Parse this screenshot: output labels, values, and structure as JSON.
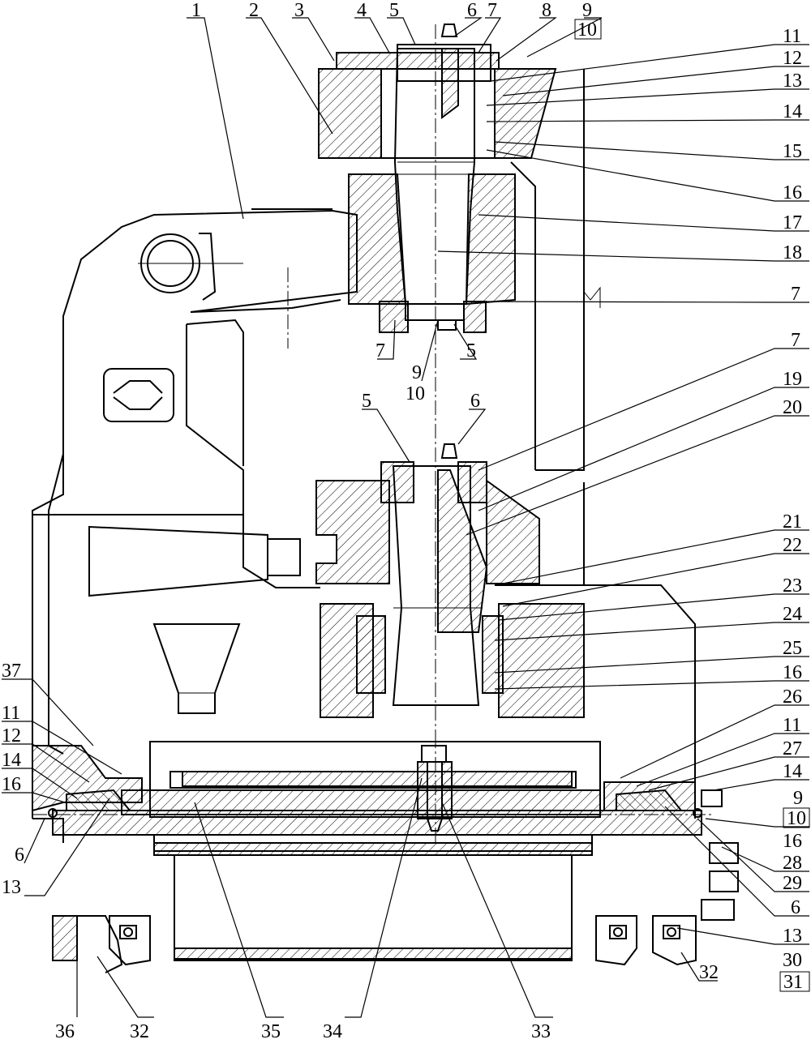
{
  "callouts": [
    {
      "id": "c1",
      "text": "1"
    },
    {
      "id": "c2",
      "text": "2"
    },
    {
      "id": "c3",
      "text": "3"
    },
    {
      "id": "c4",
      "text": "4"
    },
    {
      "id": "c5a",
      "text": "5"
    },
    {
      "id": "c6a",
      "text": "6"
    },
    {
      "id": "c7a",
      "text": "7"
    },
    {
      "id": "c8",
      "text": "8"
    },
    {
      "id": "c9a",
      "text": "9"
    },
    {
      "id": "c10a",
      "text": "10"
    },
    {
      "id": "c11a",
      "text": "11"
    },
    {
      "id": "c12a",
      "text": "12"
    },
    {
      "id": "c13a",
      "text": "13"
    },
    {
      "id": "c14a",
      "text": "14"
    },
    {
      "id": "c15",
      "text": "15"
    },
    {
      "id": "c16a",
      "text": "16"
    },
    {
      "id": "c17",
      "text": "17"
    },
    {
      "id": "c18",
      "text": "18"
    },
    {
      "id": "c7b",
      "text": "7"
    },
    {
      "id": "c7c",
      "text": "7"
    },
    {
      "id": "c5b",
      "text": "5"
    },
    {
      "id": "c9b",
      "text": "9"
    },
    {
      "id": "c10b",
      "text": "10"
    },
    {
      "id": "c5c",
      "text": "5"
    },
    {
      "id": "c6b",
      "text": "6"
    },
    {
      "id": "c7d",
      "text": "7"
    },
    {
      "id": "c19",
      "text": "19"
    },
    {
      "id": "c20",
      "text": "20"
    },
    {
      "id": "c21",
      "text": "21"
    },
    {
      "id": "c22",
      "text": "22"
    },
    {
      "id": "c23",
      "text": "23"
    },
    {
      "id": "c24",
      "text": "24"
    },
    {
      "id": "c25",
      "text": "25"
    },
    {
      "id": "c16b",
      "text": "16"
    },
    {
      "id": "c26",
      "text": "26"
    },
    {
      "id": "c11b",
      "text": "11"
    },
    {
      "id": "c27",
      "text": "27"
    },
    {
      "id": "c14b",
      "text": "14"
    },
    {
      "id": "c9c",
      "text": "9"
    },
    {
      "id": "c10c",
      "text": "10"
    },
    {
      "id": "c16c",
      "text": "16"
    },
    {
      "id": "c28",
      "text": "28"
    },
    {
      "id": "c29",
      "text": "29"
    },
    {
      "id": "c6c",
      "text": "6"
    },
    {
      "id": "c13b",
      "text": "13"
    },
    {
      "id": "c30",
      "text": "30"
    },
    {
      "id": "c31",
      "text": "31"
    },
    {
      "id": "c32a",
      "text": "32"
    },
    {
      "id": "c37",
      "text": "37"
    },
    {
      "id": "c11c",
      "text": "11"
    },
    {
      "id": "c12b",
      "text": "12"
    },
    {
      "id": "c14c",
      "text": "14"
    },
    {
      "id": "c16d",
      "text": "16"
    },
    {
      "id": "c6d",
      "text": "6"
    },
    {
      "id": "c13c",
      "text": "13"
    },
    {
      "id": "c36",
      "text": "36"
    },
    {
      "id": "c32b",
      "text": "32"
    },
    {
      "id": "c35",
      "text": "35"
    },
    {
      "id": "c34",
      "text": "34"
    },
    {
      "id": "c33",
      "text": "33"
    }
  ]
}
